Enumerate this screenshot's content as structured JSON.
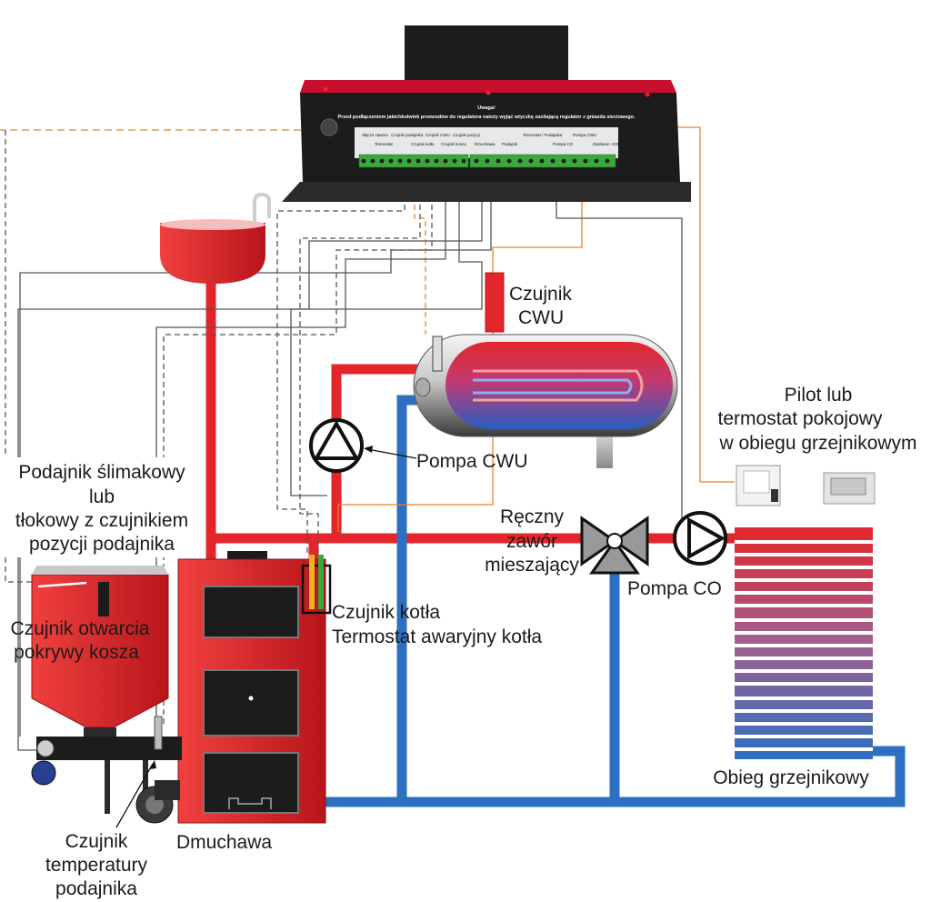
{
  "labels": {
    "czujnik_cwu_1": "Czujnik",
    "czujnik_cwu_2": "CWU",
    "pilot_1": "Pilot lub",
    "pilot_2": "termostat pokojowy",
    "pilot_3": "w obiegu grzejnikowym",
    "podajnik_1": "Podajnik ślimakowy",
    "podajnik_2": "lub",
    "podajnik_3": "tłokowy z czujnikiem",
    "podajnik_4": "pozycji podajnika",
    "pompa_cwu": "Pompa CWU",
    "zawor_1": "Ręczny",
    "zawor_2": "zawór",
    "zawor_3": "mieszający",
    "pompa_co": "Pompa CO",
    "czujnik_kotla_1": "Czujnik kotła",
    "czujnik_kotla_2": "Termostat awaryjny kotła",
    "pokrywa_1": "Czujnik otwarcia",
    "pokrywa_2": "pokrywy kosza",
    "obieg": "Obieg grzejnikowy",
    "dmuchawa": "Dmuchawa",
    "temp_podajnika_1": "Czujnik",
    "temp_podajnika_2": "temperatury",
    "temp_podajnika_3": "podajnika"
  },
  "controller": {
    "warning_title": "Uwaga!",
    "warning_text": "Przed podłączeniem jakichkolwiek przewodów do regulatora należy wyjąć wtyczkę zasilającą regulator z gniazda sieciowego.",
    "terminals": [
      "Złącze zaworu",
      "Termostat",
      "Czujnik podajnika",
      "Czujnik kotła",
      "Czujnik CWU",
      "Czujnik kosza",
      "Czujnik pozycji",
      "Dmuchawa",
      "Podajnik",
      "Termostat / Podajnika",
      "Pompa CO",
      "Pompa CWU",
      "Zasilanie ~230V"
    ]
  },
  "colors": {
    "hot_pipe": "#e3262b",
    "cold_pipe": "#2d6fc1",
    "signal_orange": "#e8822a",
    "controller_red": "#c8102e",
    "controller_black": "#1c1c1c",
    "terminal_green": "#3aa83a"
  },
  "icons": [
    "pump-icon",
    "mixing-valve-icon",
    "radiator-icon",
    "boiler-icon",
    "hopper-icon",
    "tank-icon",
    "thermostat-icon",
    "fan-icon"
  ]
}
